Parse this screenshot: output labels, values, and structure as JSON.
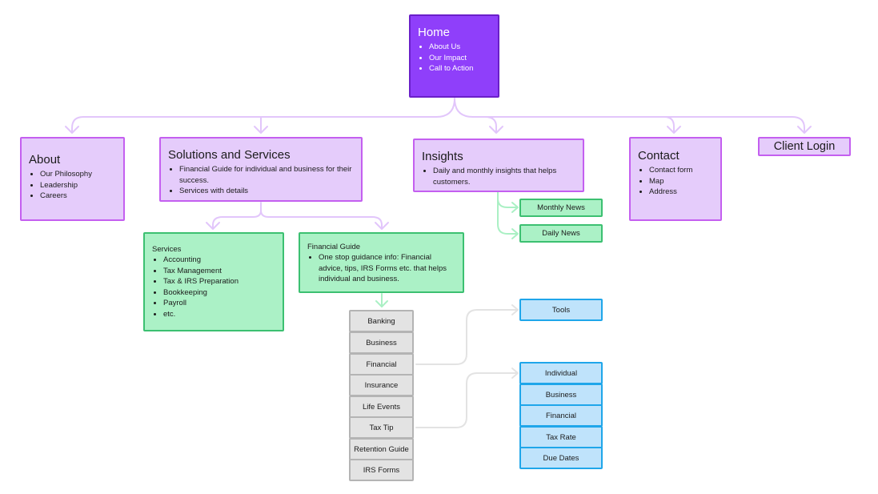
{
  "home": {
    "title": "Home",
    "items": [
      "About Us",
      "Our Impact",
      "Call to Action"
    ]
  },
  "about": {
    "title": "About",
    "items": [
      "Our Philosophy",
      "Leadership",
      "Careers"
    ]
  },
  "solutions": {
    "title": "Solutions and Services",
    "items": [
      "Financial Guide for individual and business for their success.",
      "Services with details"
    ]
  },
  "insights": {
    "title": "Insights",
    "items": [
      "Daily and monthly insights that helps customers."
    ],
    "children": [
      "Monthly News",
      "Daily News"
    ]
  },
  "contact": {
    "title": "Contact",
    "items": [
      "Contact form",
      "Map",
      "Address"
    ]
  },
  "client_login": {
    "title": "Client Login"
  },
  "services": {
    "title": "Services",
    "items": [
      "Accounting",
      "Tax Management",
      "Tax & IRS Preparation",
      "Bookkeeping",
      "Payroll",
      "etc."
    ]
  },
  "financial_guide": {
    "title": "Financial Guide",
    "items": [
      "One stop guidance info: Financial advice, tips, IRS Forms etc. that helps individual and business."
    ]
  },
  "guide_topics": [
    "Banking",
    "Business",
    "Financial",
    "Insurance",
    "Life Events",
    "Tax Tip",
    "Retention Guide",
    "IRS Forms"
  ],
  "tools": {
    "title": "Tools"
  },
  "tax_tips": [
    "Individual",
    "Business",
    "Financial",
    "Tax Rate",
    "Due Dates"
  ],
  "colors": {
    "home_fill": "#8f3ffa",
    "section_fill": "#e5ccfb",
    "section_border": "#c45ff0",
    "green_fill": "#abf1c6",
    "green_border": "#3cc071",
    "gray_fill": "#e3e3e3",
    "gray_border": "#b4b4b4",
    "blue_fill": "#bfe3fb",
    "blue_border": "#1fa6ea"
  }
}
